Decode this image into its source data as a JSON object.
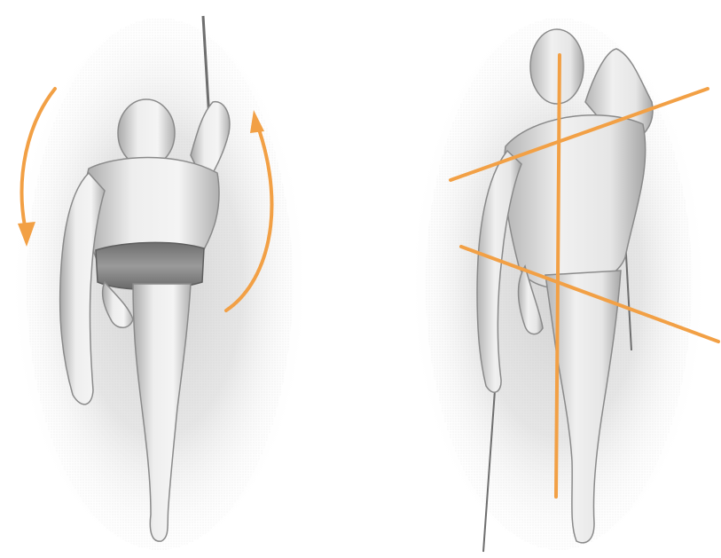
{
  "colors": {
    "background": "#ffffff",
    "halo": "#d4d4d4",
    "figure_fill": "#ebebeb",
    "figure_shadow": "#b8b8b8",
    "figure_outline": "#8a8a8a",
    "pelvis_band": "#8c8c8c",
    "pole": "#6e6e6e",
    "accent_orange": "#f2a045"
  },
  "panels": [
    {
      "id": "front-view",
      "icons": [
        "curved-arrow-icon",
        "curved-arrow-icon"
      ],
      "description_semantic": "figure-with-rotation-arrows"
    },
    {
      "id": "back-view",
      "icons": [
        "axis-line-icon",
        "axis-line-icon",
        "axis-line-icon"
      ],
      "description_semantic": "figure-with-alignment-lines"
    }
  ]
}
